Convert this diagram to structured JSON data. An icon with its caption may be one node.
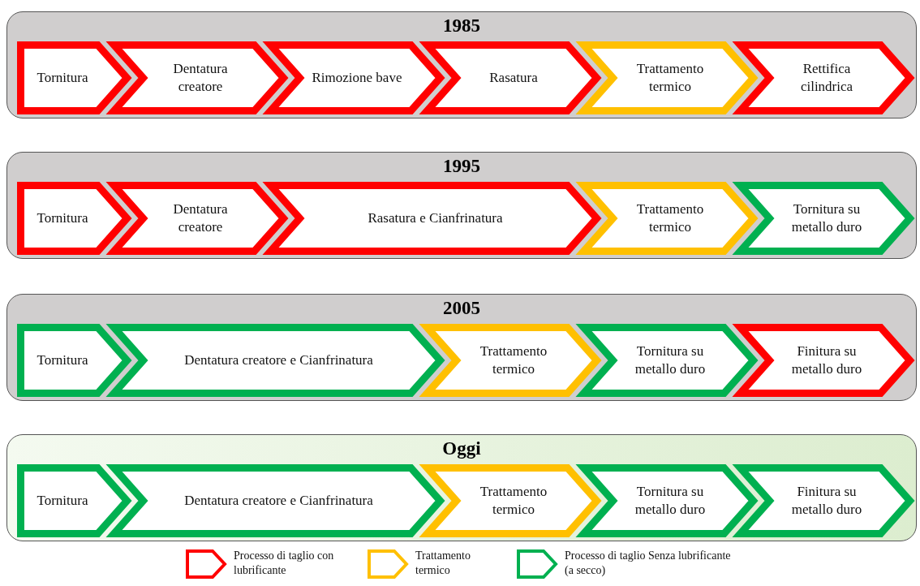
{
  "diagram": {
    "nodes": [
      {
        "text": [
          "1985"
        ]
      },
      {
        "text": [
          "Tornitura"
        ],
        "in": 0
      },
      {
        "text": [
          "Dentatura creatore"
        ],
        "in": 0
      },
      {
        "text": [
          "Rimozione bave"
        ],
        "in": 0
      },
      {
        "text": [
          "Rasatura"
        ],
        "in": 0
      },
      {
        "text": [
          "Trattamento termico"
        ],
        "in": 0
      },
      {
        "text": [
          "Rettifica cilindrica"
        ],
        "in": 0
      },
      {
        "text": [
          "1995"
        ]
      },
      {
        "text": [
          "Tornitura"
        ],
        "in": 7
      },
      {
        "text": [
          "Dentatura creatore"
        ],
        "in": 7
      },
      {
        "text": [
          "Rasatura e Cianfrinatura"
        ],
        "in": 7
      },
      {
        "text": [
          "Trattamento termico"
        ],
        "in": 7
      },
      {
        "text": [
          "Tornitura su metallo duro"
        ],
        "in": 7
      },
      {
        "text": [
          "2005"
        ]
      },
      {
        "text": [
          "Tornitura"
        ],
        "in": 13
      },
      {
        "text": [
          "Dentatura creatore e Cianfrinatura"
        ],
        "in": 13
      },
      {
        "text": [
          "Trattamento termico"
        ],
        "in": 13
      },
      {
        "text": [
          "Tornitura su metallo duro"
        ],
        "in": 13
      },
      {
        "text": [
          "Finitura su metallo duro"
        ],
        "in": 13
      },
      {
        "text": [
          "Oggi"
        ]
      },
      {
        "text": [
          "Tornitura"
        ],
        "in": 19
      },
      {
        "text": [
          "Dentatura creatore e Cianfrinatura"
        ],
        "in": 19
      },
      {
        "text": [
          "Trattamento termico"
        ],
        "in": 19
      },
      {
        "text": [
          "Tornitura su metallo duro"
        ],
        "in": 19
      },
      {
        "text": [
          "Finitura su metallo duro"
        ],
        "in": 19
      }
    ],
    "legend": [
      {
        "text": "Processo di taglio con lubrificante",
        "color": "#ff0000"
      },
      {
        "text": "Trattamento termico",
        "color": "#ffc000"
      },
      {
        "text": "Processo di taglio Senza lubrificante (a secco)",
        "color": "#00b050"
      }
    ]
  }
}
